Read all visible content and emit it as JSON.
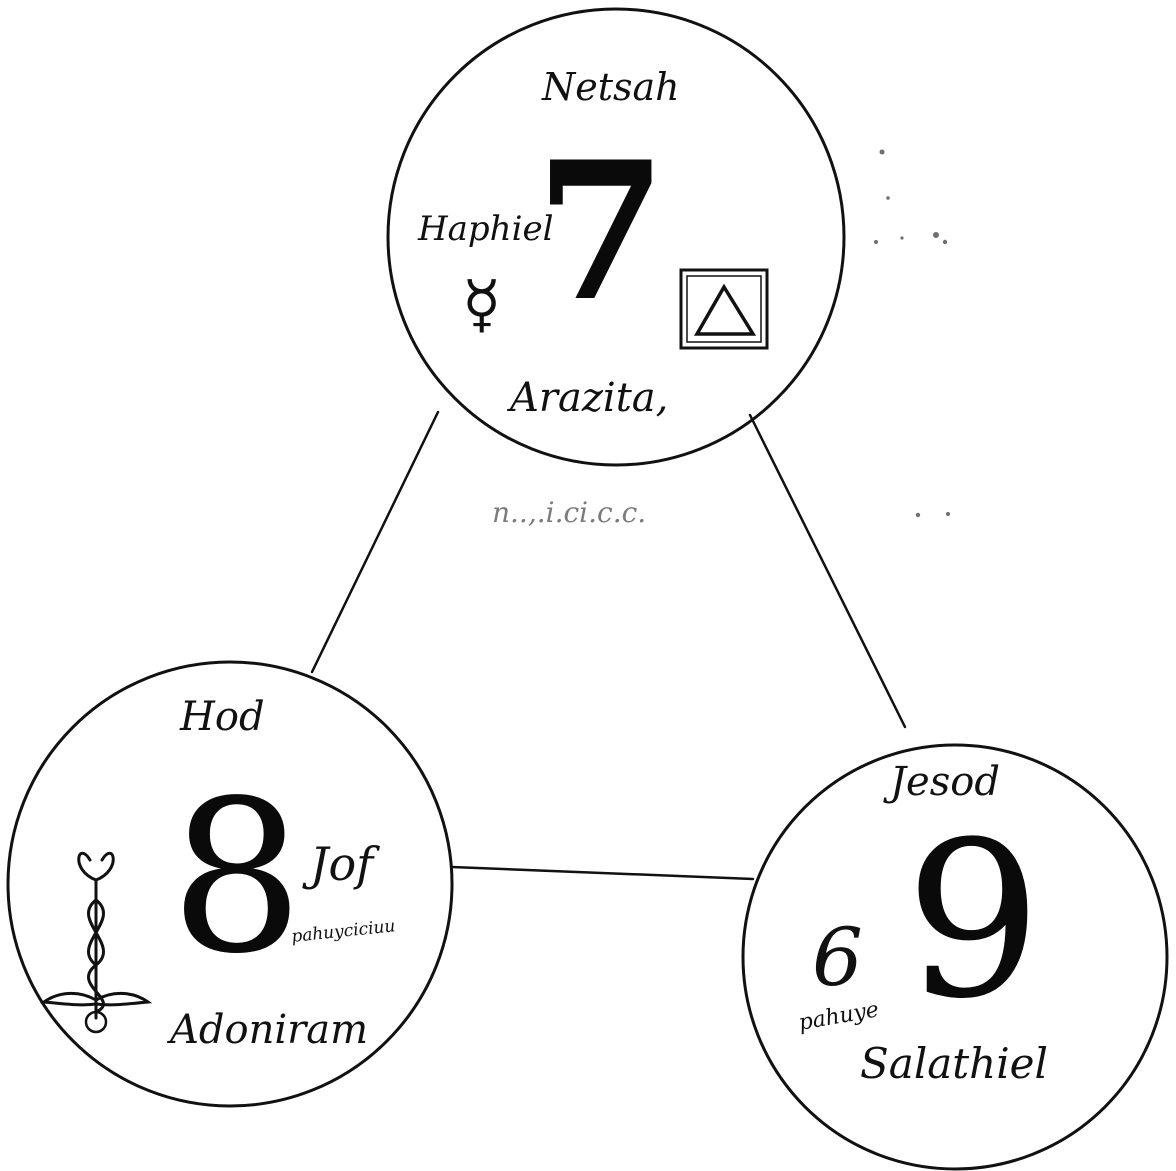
{
  "diagram": {
    "nodes": [
      {
        "id": "netsah",
        "title": "Netsah",
        "number": "7",
        "side_name": "Haphiel",
        "planet_symbol": "☿",
        "bottom_name": "Arazita,",
        "icon": "triangle-in-square-icon"
      },
      {
        "id": "hod",
        "title": "Hod",
        "number": "8",
        "side_name": "Adoniram",
        "small_mark": "Jof",
        "small_caption": "pahuyciciuu",
        "icon": "caduceus-icon"
      },
      {
        "id": "jesod",
        "title": "Jesod",
        "number": "9",
        "extra_number": "6",
        "small_caption": "pahuye",
        "bottom_name": "Salathiel"
      }
    ],
    "faint_note": "n..,.i.ci.c.c."
  },
  "colors": {
    "ink": "#111111",
    "paper": "#ffffff"
  }
}
